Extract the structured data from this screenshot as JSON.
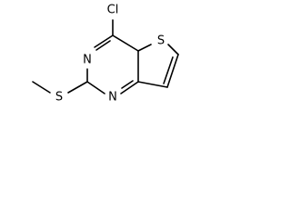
{
  "molecule": {
    "atoms": {
      "cl": "Cl",
      "s_ring": "S",
      "n_top": "N",
      "n_bottom": "N",
      "s_methyl": "S"
    }
  }
}
